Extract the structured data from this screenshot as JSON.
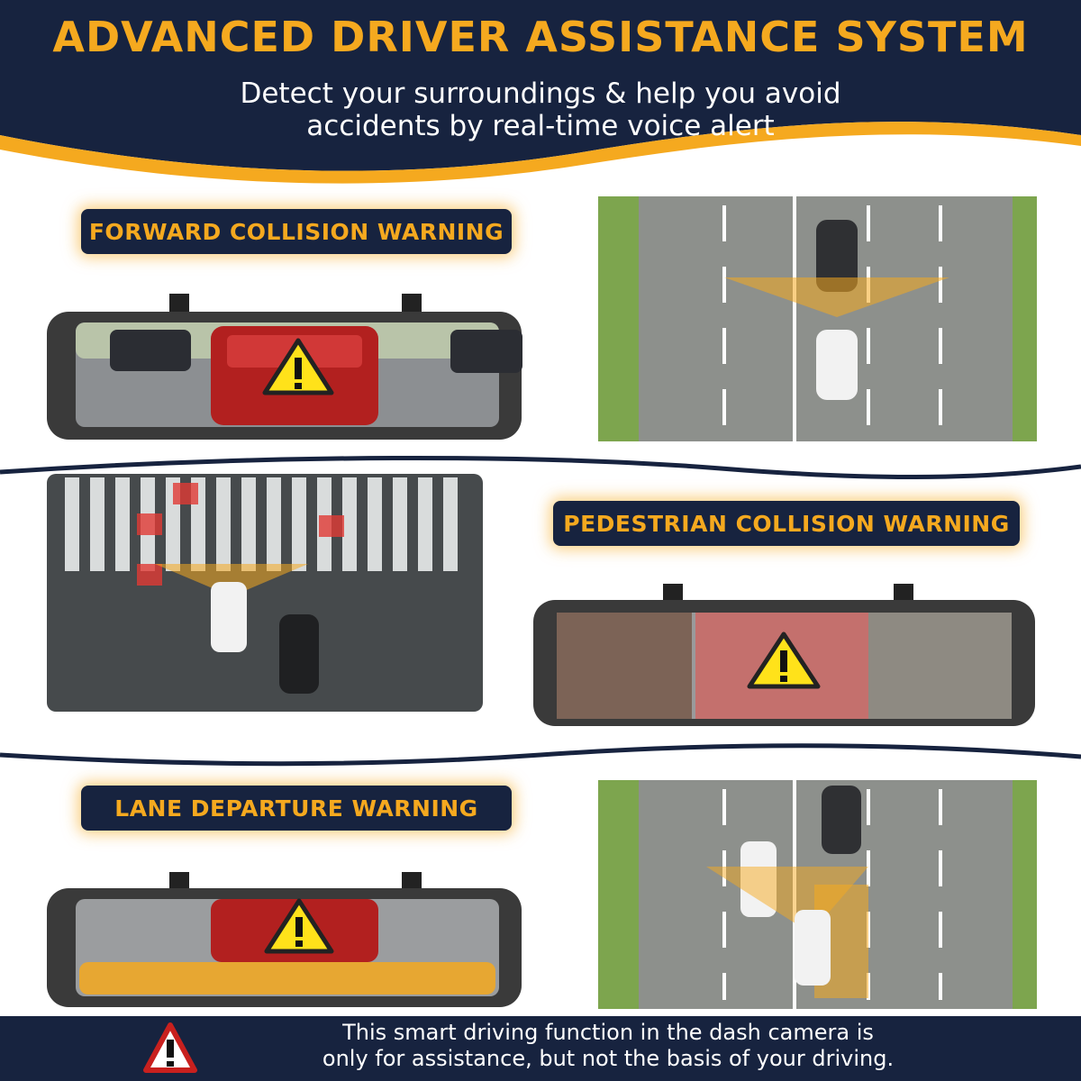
{
  "header": {
    "title": "ADVANCED DRIVER ASSISTANCE SYSTEM",
    "subtitle_line1": "Detect your surroundings & help you avoid",
    "subtitle_line2": "accidents by real-time voice alert"
  },
  "features": [
    {
      "label": "FORWARD COLLISION WARNING"
    },
    {
      "label": "PEDESTRIAN COLLISION WARNING"
    },
    {
      "label": "LANE DEPARTURE WARNING"
    }
  ],
  "footer": {
    "line1": "This smart driving function in the dash camera is",
    "line2": "only for assistance, but not the basis of your driving."
  },
  "colors": {
    "navy": "#17233f",
    "gold": "#f5a91f",
    "alert_yellow": "#ffe21a",
    "alert_red": "#c8201e"
  },
  "icons": [
    "warning-triangle-icon"
  ]
}
